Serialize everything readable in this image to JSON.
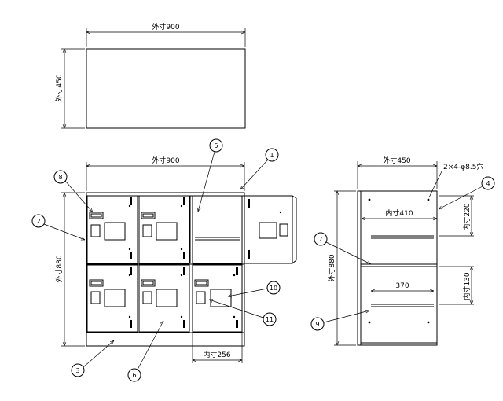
{
  "top_view": {
    "width_label": "外寸900",
    "depth_label": "外寸450"
  },
  "front_view": {
    "width_label": "外寸900",
    "height_label": "外寸880",
    "inner_width_label": "内寸256"
  },
  "side_view": {
    "depth_label": "外寸450",
    "hole_label": "2×4-φ8.5穴",
    "inner_width_label": "内寸410",
    "inner_height_upper": "内寸220",
    "inner_height_lower": "内寸130",
    "shelf_label": "370",
    "height_label": "外寸880"
  },
  "balloons": [
    "1",
    "2",
    "3",
    "4",
    "5",
    "6",
    "7",
    "8",
    "9",
    "10",
    "11"
  ]
}
